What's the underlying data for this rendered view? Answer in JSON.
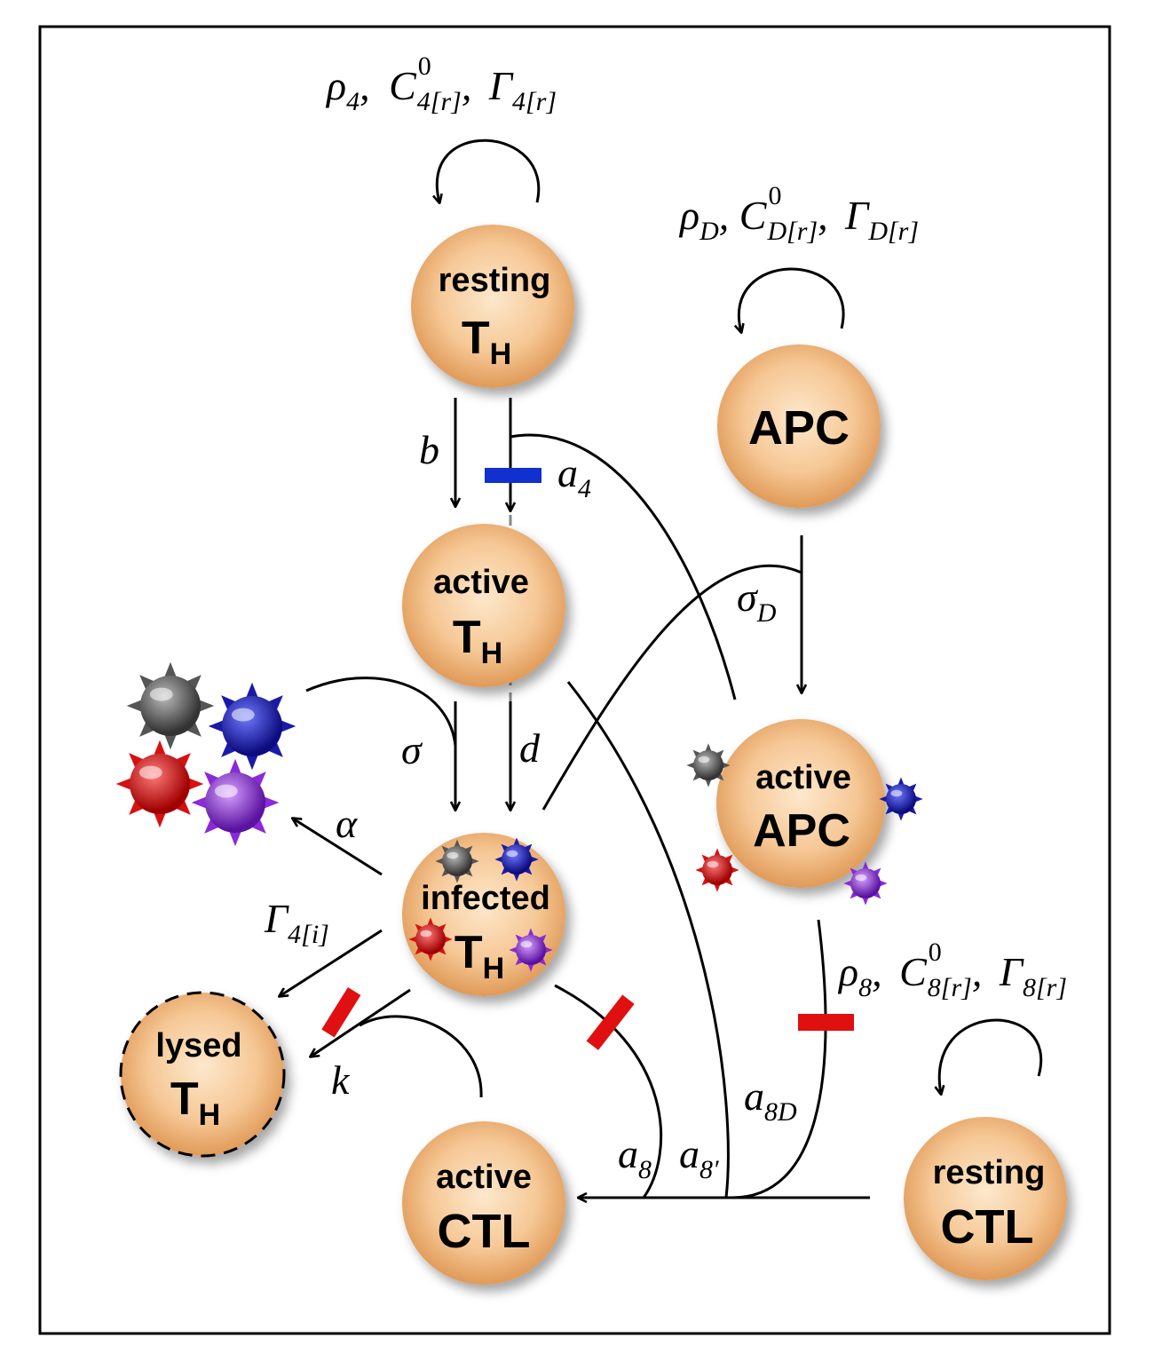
{
  "cells": {
    "resting_th": {
      "line1": "resting",
      "line2": "T",
      "sub": "H"
    },
    "active_th": {
      "line1": "active",
      "line2": "T",
      "sub": "H"
    },
    "infected_th": {
      "line1": "infected",
      "line2": "T",
      "sub": "H"
    },
    "lysed_th": {
      "line1": "lysed",
      "line2": "T",
      "sub": "H"
    },
    "apc": {
      "line1": "APC"
    },
    "active_apc": {
      "line1": "active",
      "line2": "APC"
    },
    "active_ctl": {
      "line1": "active",
      "line2": "CTL"
    },
    "resting_ctl": {
      "line1": "resting",
      "line2": "CTL"
    }
  },
  "params": {
    "th_prolif": {
      "rho": "ρ",
      "rho_sub": "4",
      "sep1": ",",
      "c": "C",
      "c_sup": "0",
      "c_sub": "4",
      "c_sub2": "[r]",
      "sep2": ",",
      "gamma": "Γ",
      "gamma_sub": "4",
      "gamma_sub2": "[r]"
    },
    "apc_prolif": {
      "rho": "ρ",
      "rho_sub": "D",
      "sep1": ",",
      "c": "C",
      "c_sup": "0",
      "c_sub": "D",
      "c_sub2": "[r]",
      "sep2": ",",
      "gamma": "Γ",
      "gamma_sub": "D",
      "gamma_sub2": "[r]"
    },
    "ctl_prolif": {
      "rho": "ρ",
      "rho_sub": "8",
      "sep1": ",",
      "c": "C",
      "c_sup": "0",
      "c_sub": "8",
      "c_sub2": "[r]",
      "sep2": ",",
      "gamma": "Γ",
      "gamma_sub": "8",
      "gamma_sub2": "[r]"
    },
    "b": "b",
    "a4": {
      "main": "a",
      "sub": "4"
    },
    "sigma_d": {
      "main": "σ",
      "sub": "D"
    },
    "sigma": "σ",
    "d": "d",
    "alpha": "α",
    "gamma_4i": {
      "main": "Γ",
      "sub": "4",
      "sub2": "[i]"
    },
    "k": "k",
    "a8": {
      "main": "a",
      "sub": "8"
    },
    "a8p": {
      "main": "a",
      "sub": "8′"
    },
    "a8d": {
      "main": "a",
      "sub": "8D"
    }
  },
  "colors": {
    "cell_fill": "#f5c48e",
    "inhibit_red": "#e01010",
    "inhibit_blue": "#1030d0",
    "virus_gray": "#555555",
    "virus_blue": "#1a1aa8",
    "virus_red": "#d81010",
    "virus_purple": "#8a2ad8"
  },
  "icons": [
    "virus-particle-icon"
  ]
}
